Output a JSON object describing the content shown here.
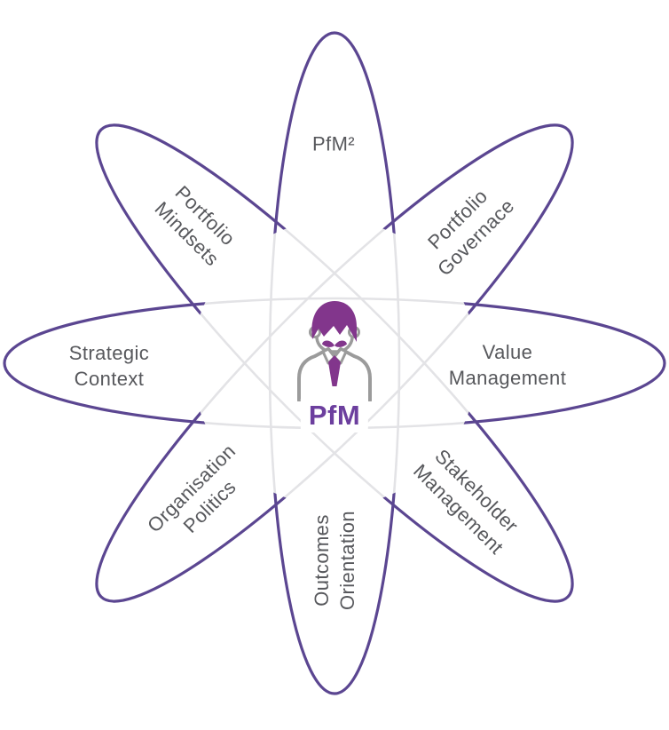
{
  "diagram": {
    "title_hidden": "",
    "center": {
      "label": "PfM",
      "icon": "portfolio-manager-person"
    },
    "petals": [
      {
        "id": "pfm2",
        "position": "top",
        "line1": "PfM²",
        "line2": ""
      },
      {
        "id": "portfolio-governace",
        "position": "top-right",
        "line1": "Portfolio",
        "line2": "Governace"
      },
      {
        "id": "value-management",
        "position": "right",
        "line1": "Value",
        "line2": "Management"
      },
      {
        "id": "stakeholder-management",
        "position": "bottom-right",
        "line1": "Stakeholder",
        "line2": "Management"
      },
      {
        "id": "outcomes-orientation",
        "position": "bottom",
        "line1": "Outcomes",
        "line2": "Orientation"
      },
      {
        "id": "organisation-politics",
        "position": "bottom-left",
        "line1": "Organisation",
        "line2": "Politics"
      },
      {
        "id": "strategic-context",
        "position": "left",
        "line1": "Strategic",
        "line2": "Context"
      },
      {
        "id": "portfolio-mindsets",
        "position": "top-left",
        "line1": "Portfolio",
        "line2": "Mindsets"
      }
    ],
    "colors": {
      "c-petal": "#5b4691",
      "c-inner": "#e3e3e6",
      "c-text": "#57585c",
      "c-center": "#6c3f9e",
      "c-accent": "#82368c",
      "c-line": "#9b9b9b",
      "c-bg": "#ffffff"
    }
  }
}
